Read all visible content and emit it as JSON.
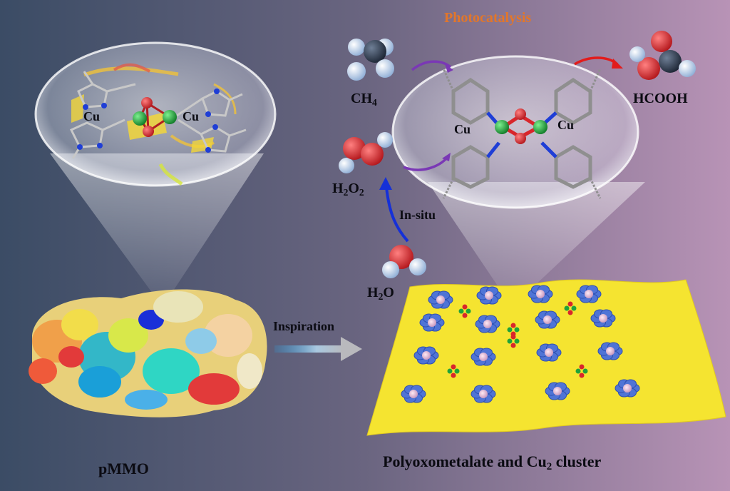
{
  "labels": {
    "photocatalysis": "Photocatalysis",
    "pmmo": "pMMO",
    "inspiration": "Inspiration",
    "in_situ": "In-situ",
    "hcooh": "HCOOH",
    "cu": "Cu",
    "polyoxometalate": {
      "text": "Polyoxometalate and Cu",
      "sub": "2",
      "suffix": " cluster"
    },
    "ch4": {
      "base": "CH",
      "sub": "4"
    },
    "h2o2": {
      "a": "H",
      "s1": "2",
      "b": "O",
      "s2": "2"
    },
    "h2o": {
      "a": "H",
      "s1": "2",
      "b": "O"
    }
  },
  "colors": {
    "background_left": "#3c4d66",
    "background_right": "#b592b4",
    "photocatalysis_text": "#e2762a",
    "copper_atom": "#1fa33a",
    "oxygen_atom": "#d8262b",
    "nitrogen": "#1f3ed6",
    "carbon_bond": "#8f8f8f",
    "support_sheet": "#f5e430",
    "polyoxometalate_cluster": "#4f74d6",
    "arrow_in_situ": "#1530d8",
    "arrow_hcooh": "#e21c1c",
    "arrow_reactant": "#7a38b5"
  }
}
